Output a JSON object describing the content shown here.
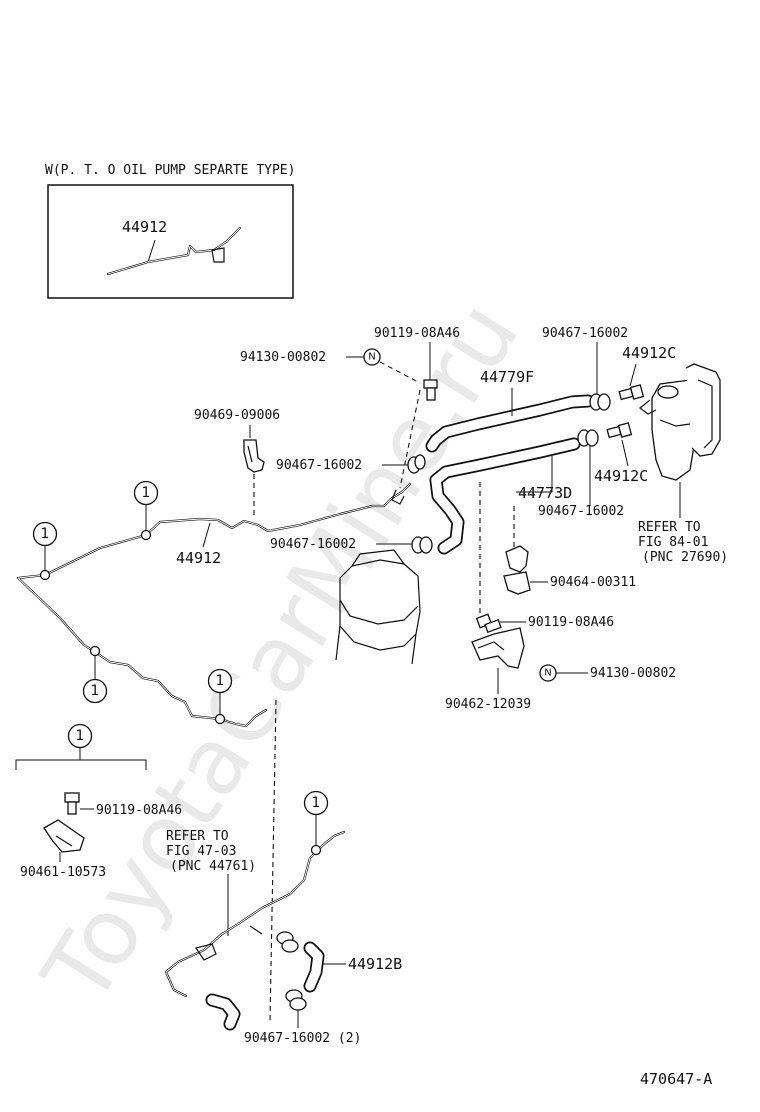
{
  "inset": {
    "title": "W(P. T. O OIL PUMP SEPARTE TYPE)",
    "part": "44912"
  },
  "callout_number": "1",
  "watermark": "ToyotaCarMine.ru",
  "labels": {
    "bolt_top": "90119-08A46",
    "nut_top": "94130-00802",
    "nut_symbol": "N",
    "clip_9006": "90469-09006",
    "clamp_upper_left": "90467-16002",
    "clamp_mid_left": "90467-16002",
    "pipe_main": "44912",
    "hose_f": "44779F",
    "hose_d": "44773D",
    "clamp_upper_right": "90467-16002",
    "clamp_lower_right": "90467-16002",
    "union_upper": "44912C",
    "union_lower": "44912C",
    "refer_tank": {
      "l1": "REFER TO",
      "l2": "FIG 84-01",
      "l3": "(PNC 27690)"
    },
    "clamp_00311": "90464-00311",
    "bolt_mid": "90119-08A46",
    "nut_mid": "94130-00802",
    "bracket_12039": "90462-12039",
    "detail_bolt": "90119-08A46",
    "detail_clamp": "90461-10573",
    "refer_gear": {
      "l1": "REFER TO",
      "l2": "FIG 47-03",
      "l3": "(PNC 44761)"
    },
    "hose_b": "44912B",
    "clamp_bottom": "90467-16002 (2)"
  },
  "figure_id": "470647-A"
}
